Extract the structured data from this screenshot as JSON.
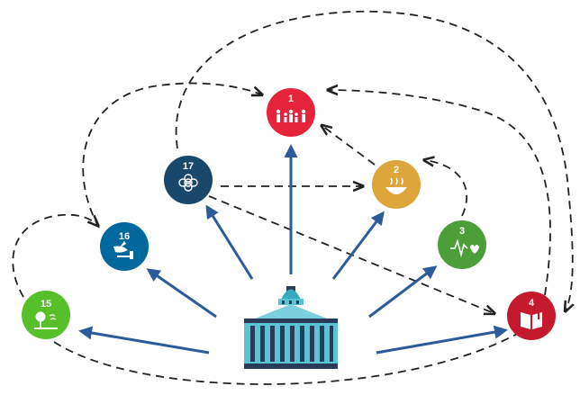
{
  "diagram": {
    "center": {
      "icon": "government-building-icon"
    },
    "nodes": [
      {
        "id": "sdg1",
        "label": "1",
        "color": "#e5243b",
        "icon": "family-people-icon"
      },
      {
        "id": "sdg2",
        "label": "2",
        "color": "#dda63a",
        "icon": "bowl-food-icon"
      },
      {
        "id": "sdg3",
        "label": "3",
        "color": "#4c9f38",
        "icon": "heartbeat-icon"
      },
      {
        "id": "sdg4",
        "label": "4",
        "color": "#c5192d",
        "icon": "open-book-icon"
      },
      {
        "id": "sdg15",
        "label": "15",
        "color": "#56c02b",
        "icon": "tree-bird-icon"
      },
      {
        "id": "sdg16",
        "label": "16",
        "color": "#00689d",
        "icon": "dove-gavel-icon"
      },
      {
        "id": "sdg17",
        "label": "17",
        "color": "#19486a",
        "icon": "partnership-rings-icon"
      }
    ],
    "colors": {
      "solid_arrow": "#2d5a9b",
      "dashed_arrow": "#222222",
      "building": "#5cc3d4"
    }
  }
}
